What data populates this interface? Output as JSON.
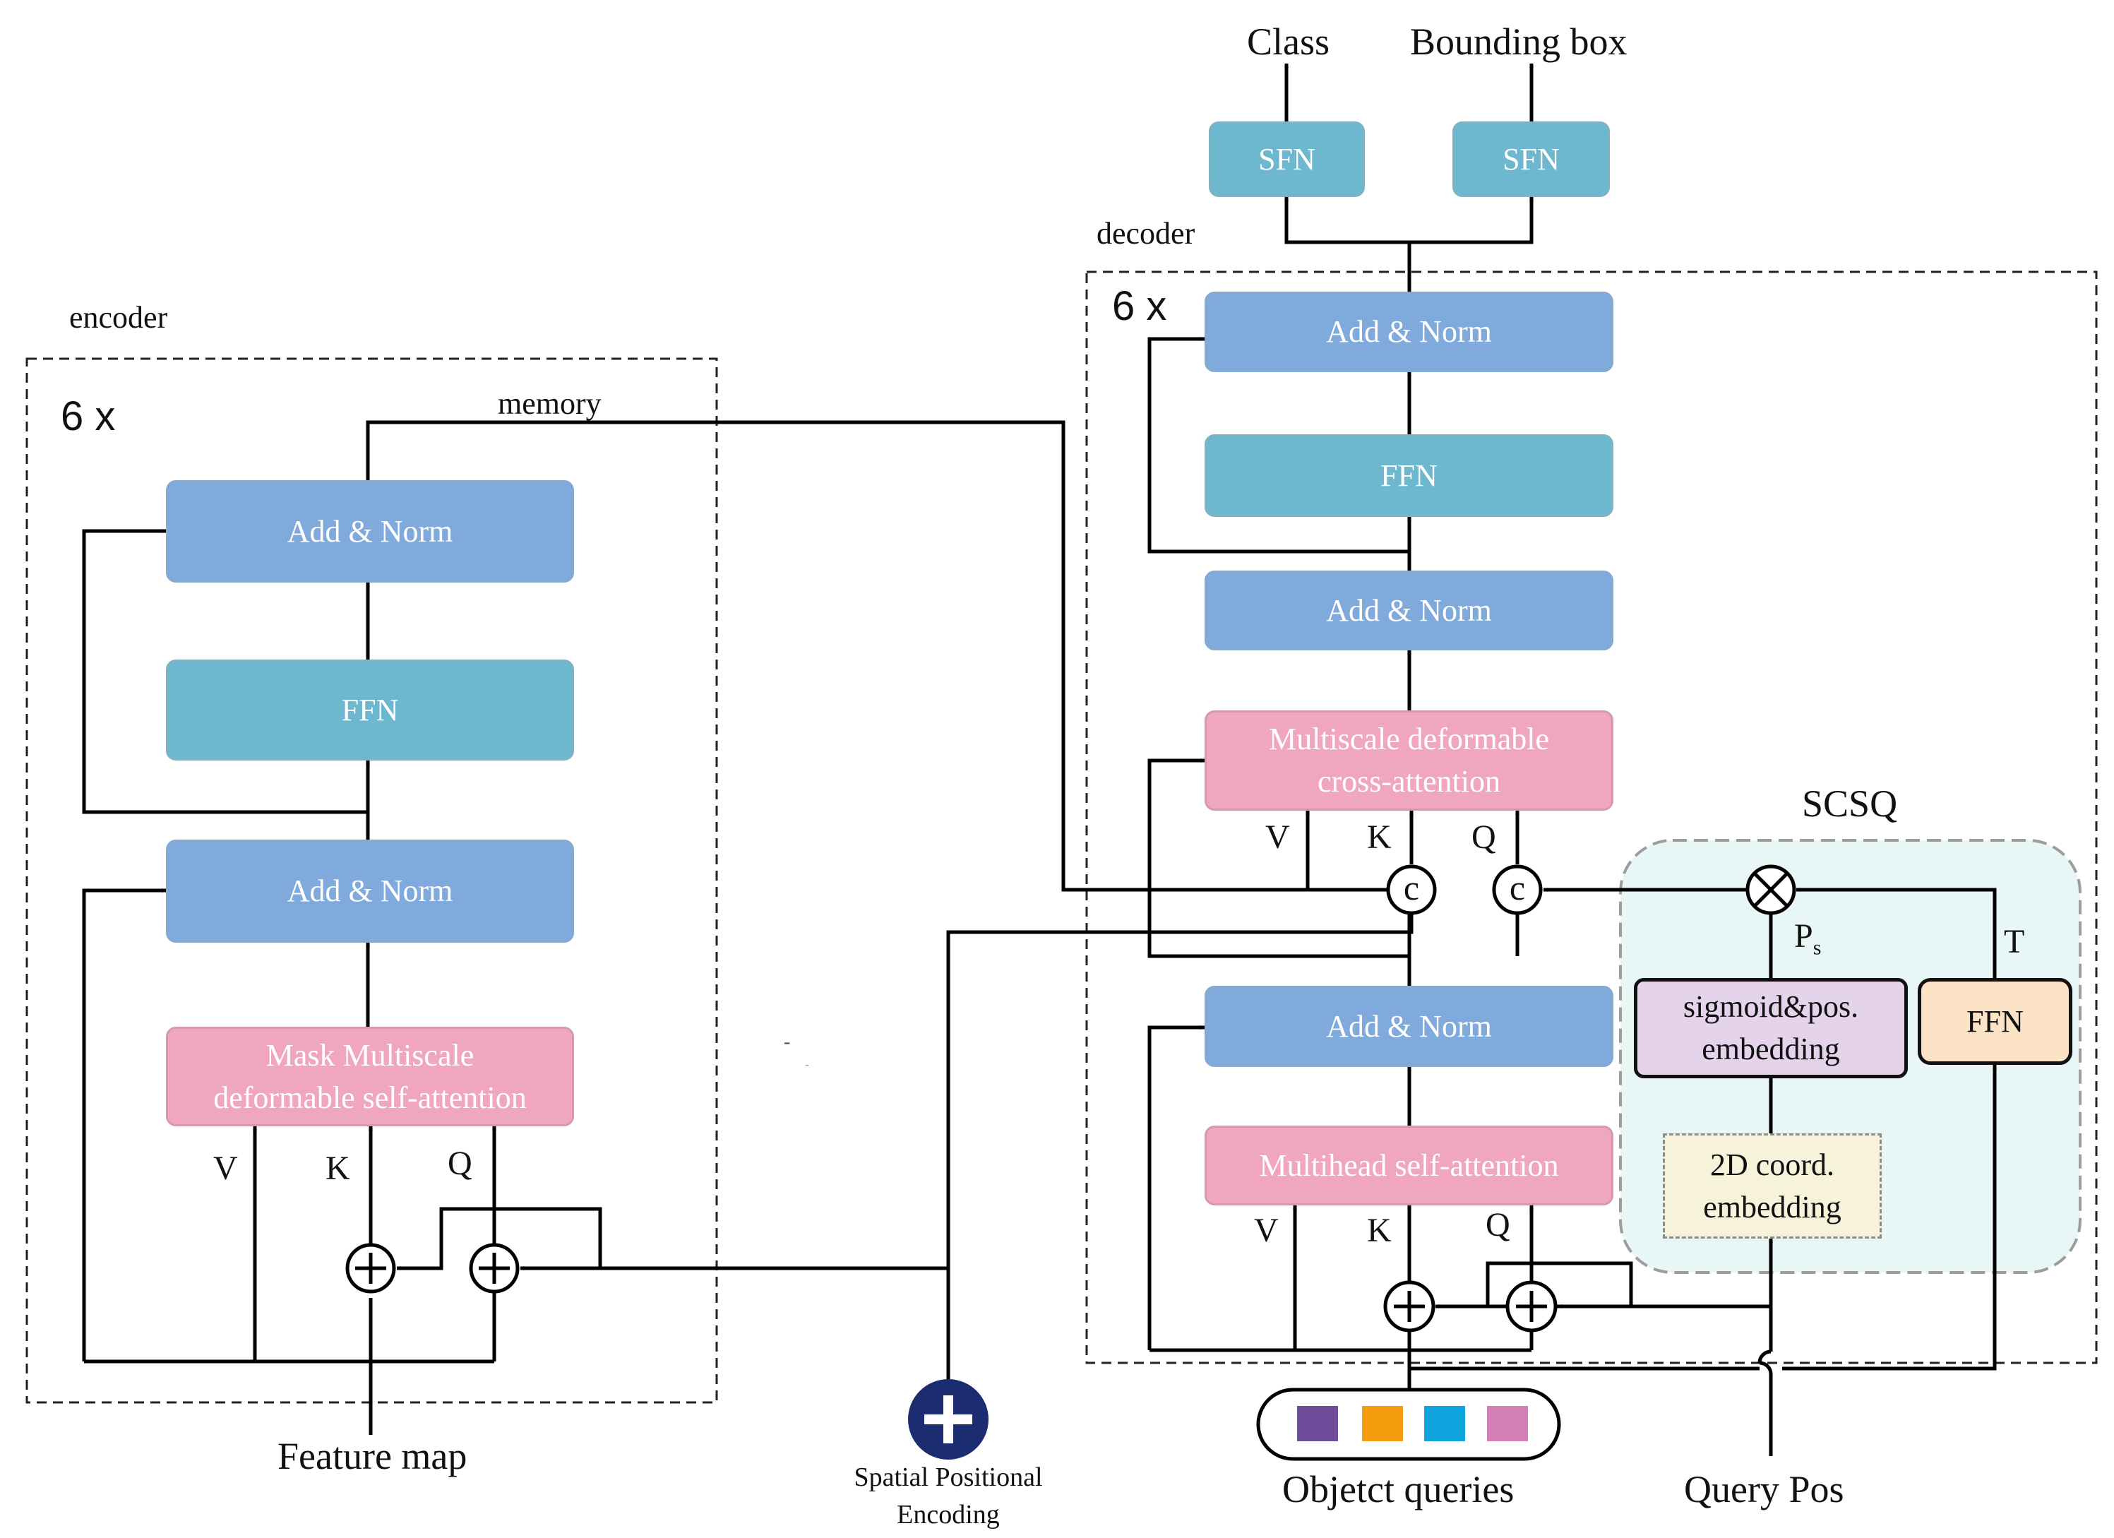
{
  "encoder": {
    "title": "encoder",
    "repeat": "6 x",
    "memory_label": "memory",
    "add_norm_top": "Add & Norm",
    "ffn": "FFN",
    "add_norm_bottom": "Add & Norm",
    "self_attention": "Mask Multiscale deformable self-attention",
    "v": "V",
    "k": "K",
    "q": "Q",
    "input": "Feature map"
  },
  "decoder": {
    "title": "decoder",
    "repeat": "6 x",
    "add_norm_top": "Add & Norm",
    "ffn": "FFN",
    "add_norm_mid": "Add & Norm",
    "cross_attention": "Multiscale deformable cross-attention",
    "cross_v": "V",
    "cross_k": "K",
    "cross_q": "Q",
    "concat_symbol": "c",
    "add_norm_bottom": "Add & Norm",
    "self_attention": "Multihead self-attention",
    "self_v": "V",
    "self_k": "K",
    "self_q": "Q"
  },
  "heads": {
    "class_label": "Class",
    "bbox_label": "Bounding box",
    "class_sfn": "SFN",
    "bbox_sfn": "SFN"
  },
  "scsq": {
    "title": "SCSQ",
    "sigmoid_box": "sigmoid&pos. embedding",
    "ffn": "FFN",
    "coord_box": "2D coord. embedding",
    "ps_label": "P",
    "ps_sub": "s",
    "t_label": "T"
  },
  "spatial_encoding": "Spatial Positional Encoding",
  "object_queries": {
    "label": "Objetct queries",
    "colors": [
      "#6e4e9b",
      "#f59d0f",
      "#0ea3dc",
      "#d47fb6"
    ]
  },
  "query_pos": "Query Pos",
  "stray_marks": [
    "-",
    "-"
  ]
}
